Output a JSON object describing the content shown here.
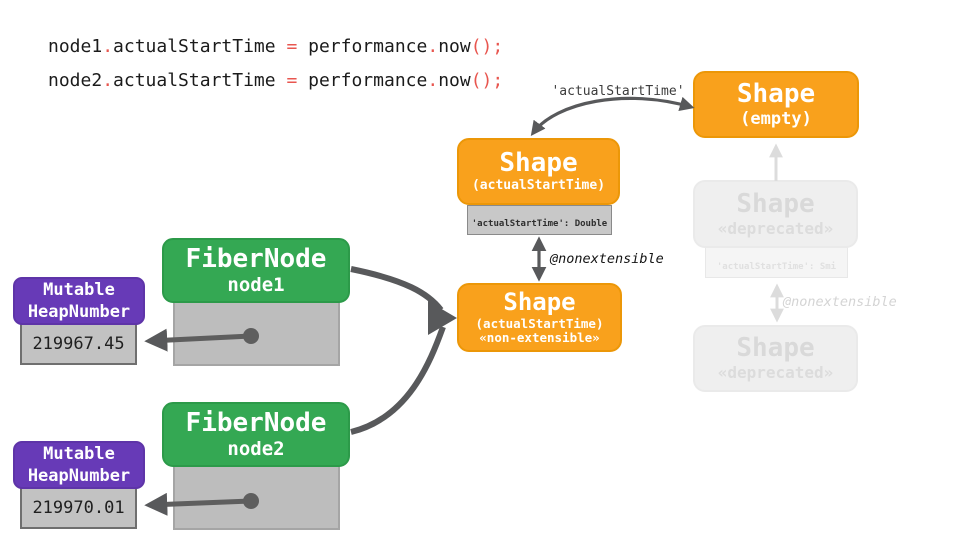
{
  "palette": {
    "orange": "#F9A11C",
    "green": "#34A853",
    "purple": "#673AB7",
    "gray_box": "#BDBDBD",
    "arrow_gray": "#58595B",
    "code_punctuation_red": "#E8564F",
    "faded_gray": "#EFEFEF"
  },
  "code": {
    "lines": [
      {
        "tokens": [
          {
            "t": "node1"
          },
          {
            "t": "."
          },
          {
            "t": "actualStartTime"
          },
          {
            "t": " "
          },
          {
            "t": "="
          },
          {
            "t": " "
          },
          {
            "t": "performance"
          },
          {
            "t": "."
          },
          {
            "t": "now"
          },
          {
            "t": "();"
          }
        ]
      },
      {
        "tokens": [
          {
            "t": "node2"
          },
          {
            "t": "."
          },
          {
            "t": "actualStartTime"
          },
          {
            "t": " "
          },
          {
            "t": "="
          },
          {
            "t": " "
          },
          {
            "t": "performance"
          },
          {
            "t": "."
          },
          {
            "t": "now"
          },
          {
            "t": "();"
          }
        ]
      }
    ]
  },
  "transition": {
    "label": "'actualStartTime'"
  },
  "shapes": {
    "empty": {
      "title": "Shape",
      "subtitle": "(empty)"
    },
    "with_prop": {
      "title": "Shape",
      "subtitle": "(actualStartTime)",
      "slot": "'actualStartTime': Double"
    },
    "non_extensible": {
      "title": "Shape",
      "subtitle": "(actualStartTime)",
      "stereotype": "«non-extensible»",
      "note": "@nonextensible"
    },
    "deprecated_top": {
      "title": "Shape",
      "stereotype": "«deprecated»",
      "slot": "'actualStartTime': Smi"
    },
    "deprecated_bottom": {
      "title": "Shape",
      "stereotype": "«deprecated»",
      "note": "@nonextensible"
    }
  },
  "fiber_nodes": [
    {
      "title": "FiberNode",
      "name": "node1",
      "heap_tag": [
        "Mutable",
        "HeapNumber"
      ],
      "value": "219967.45"
    },
    {
      "title": "FiberNode",
      "name": "node2",
      "heap_tag": [
        "Mutable",
        "HeapNumber"
      ],
      "value": "219970.01"
    }
  ]
}
